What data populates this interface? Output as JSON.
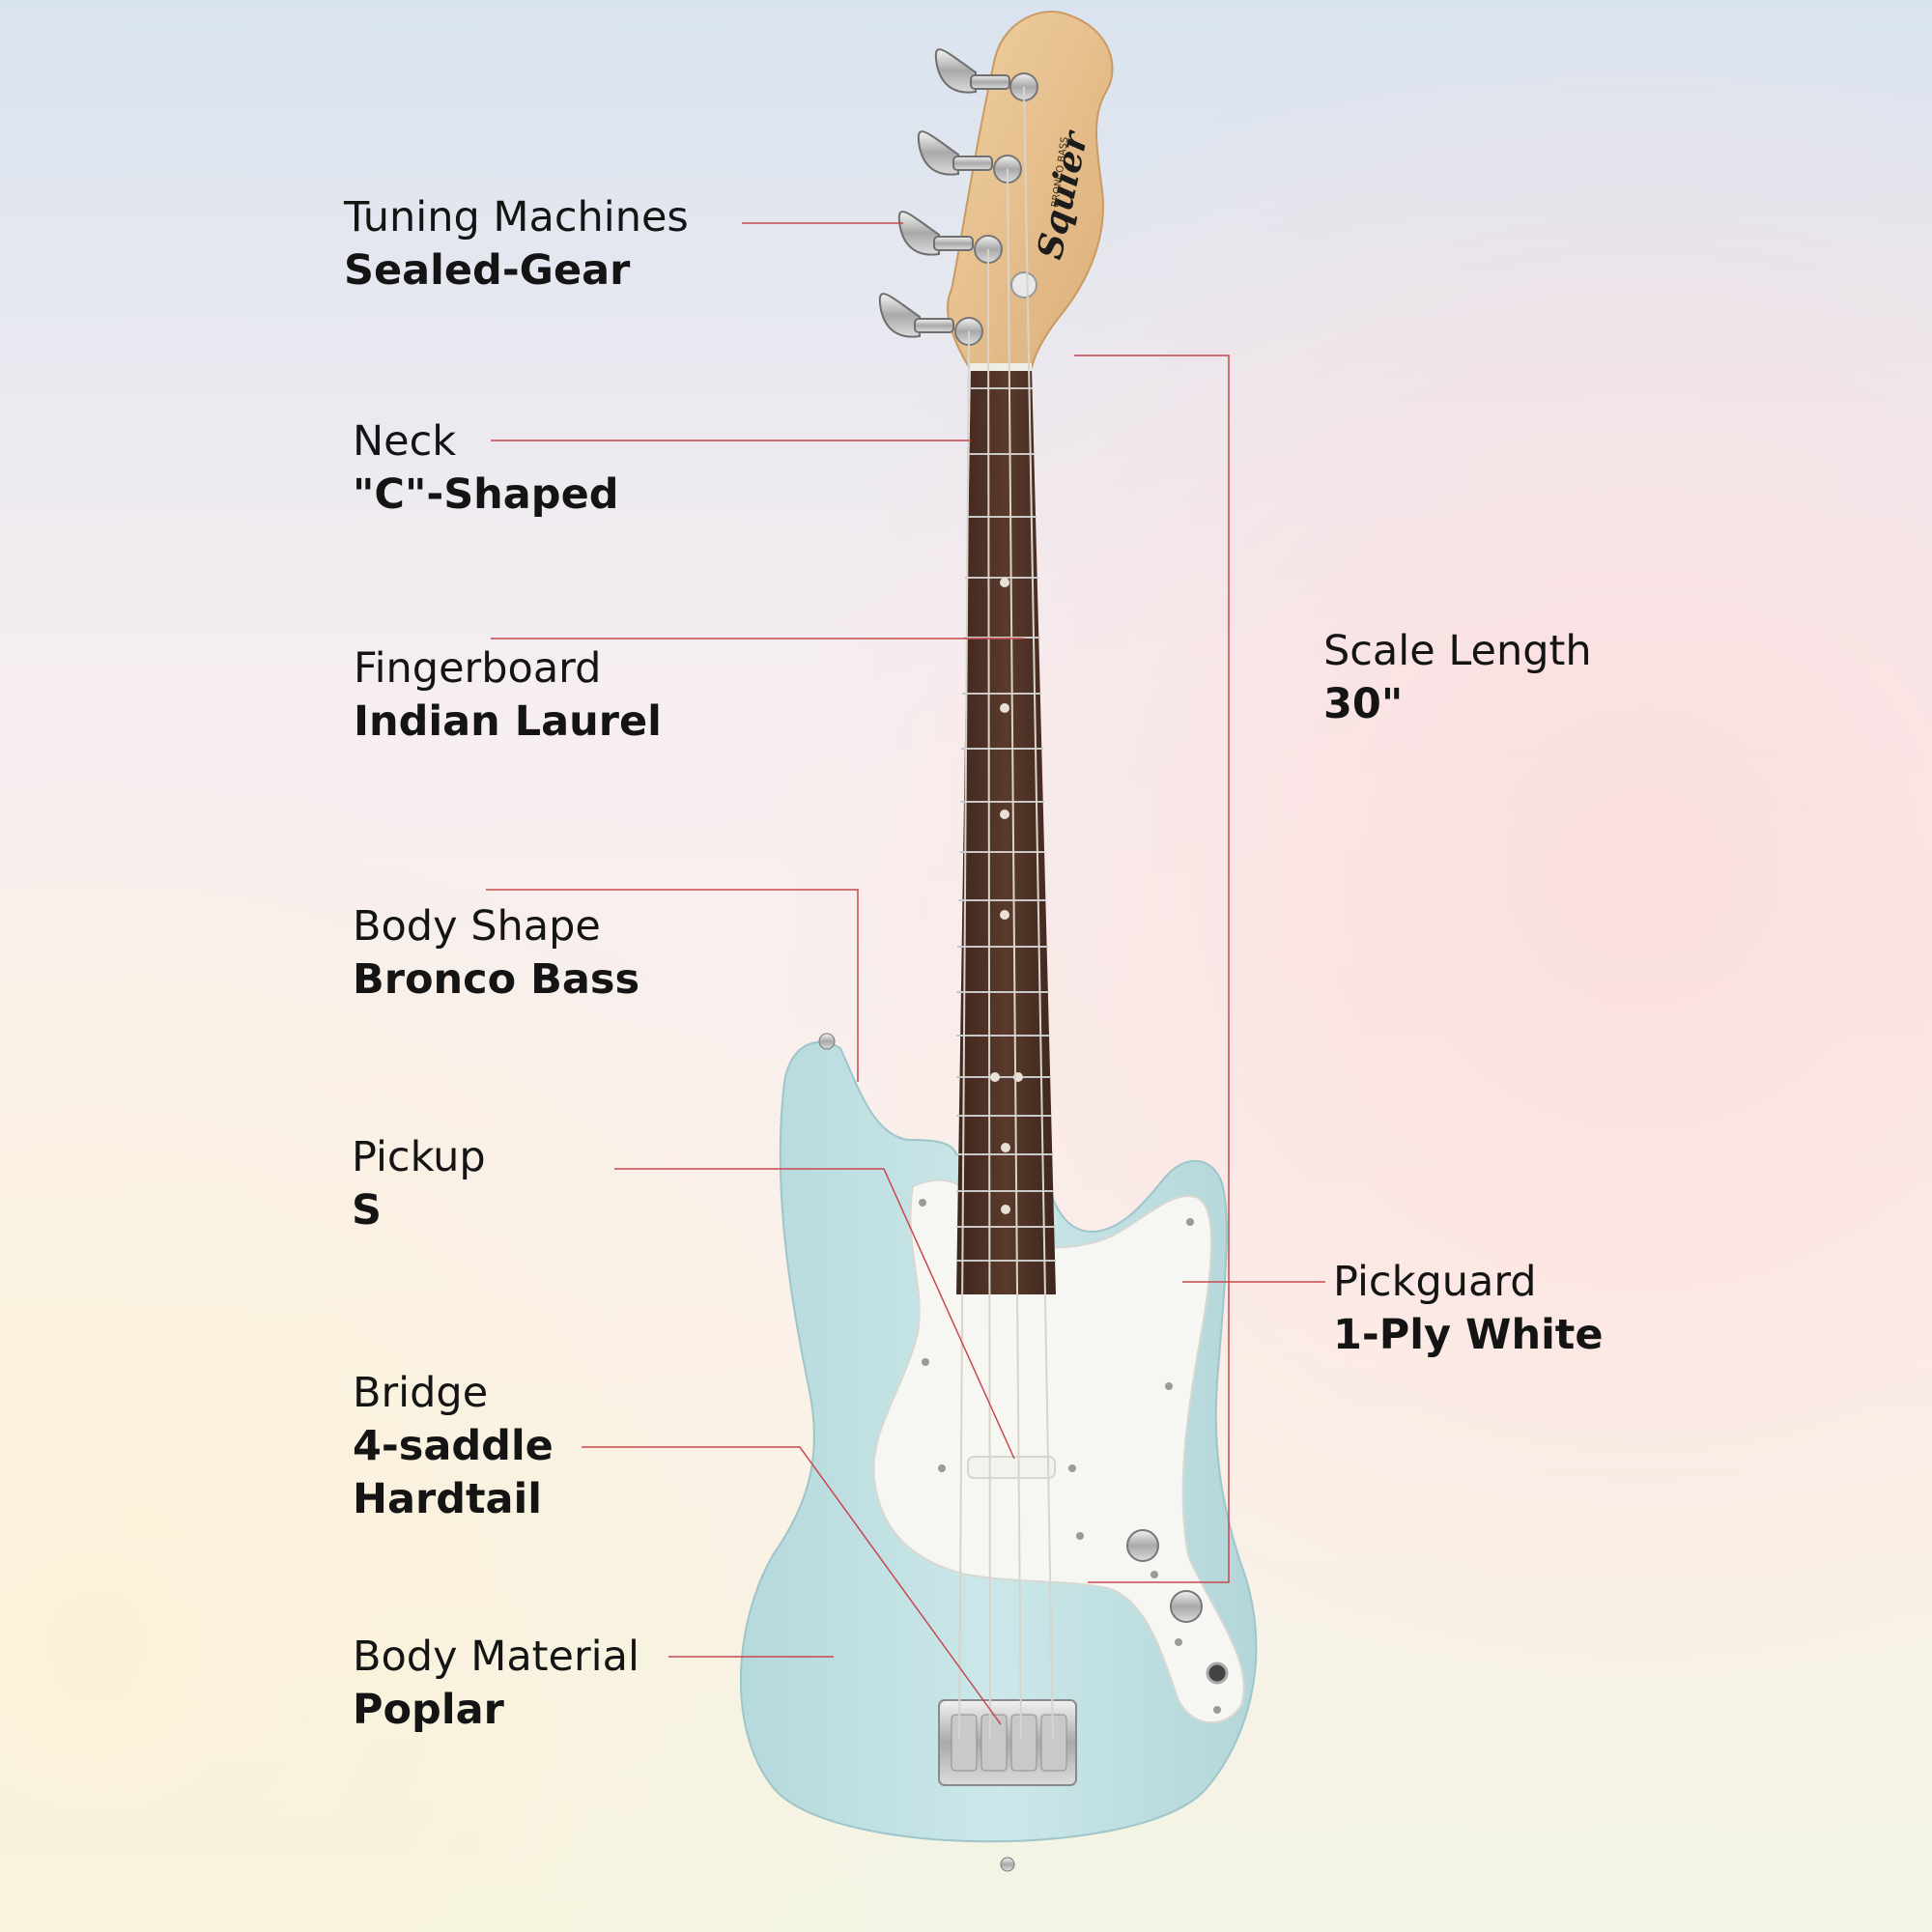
{
  "colors": {
    "accent_line": "#c7494f",
    "body": "#c4e2e4",
    "fingerboard": "#4f3227",
    "headstock": "#e9c28f",
    "pickguard": "#f7f7f5",
    "text": "#141414"
  },
  "headstock": {
    "brand": "Squier",
    "model": "BRONCO BASS"
  },
  "specs": {
    "tuning_machines": {
      "label": "Tuning Machines",
      "value": "Sealed-Gear"
    },
    "neck": {
      "label": "Neck",
      "value": "\"C\"-Shaped"
    },
    "fingerboard": {
      "label": "Fingerboard",
      "value": "Indian Laurel"
    },
    "body_shape": {
      "label": "Body Shape",
      "value": "Bronco Bass"
    },
    "pickup": {
      "label": "Pickup",
      "value": "S"
    },
    "bridge": {
      "label": "Bridge",
      "value_line1": "4-saddle",
      "value_line2": "Hardtail"
    },
    "body_material": {
      "label": "Body Material",
      "value": "Poplar"
    },
    "scale_length": {
      "label": "Scale Length",
      "value": "30\""
    },
    "pickguard": {
      "label": "Pickguard",
      "value": "1-Ply White"
    }
  }
}
